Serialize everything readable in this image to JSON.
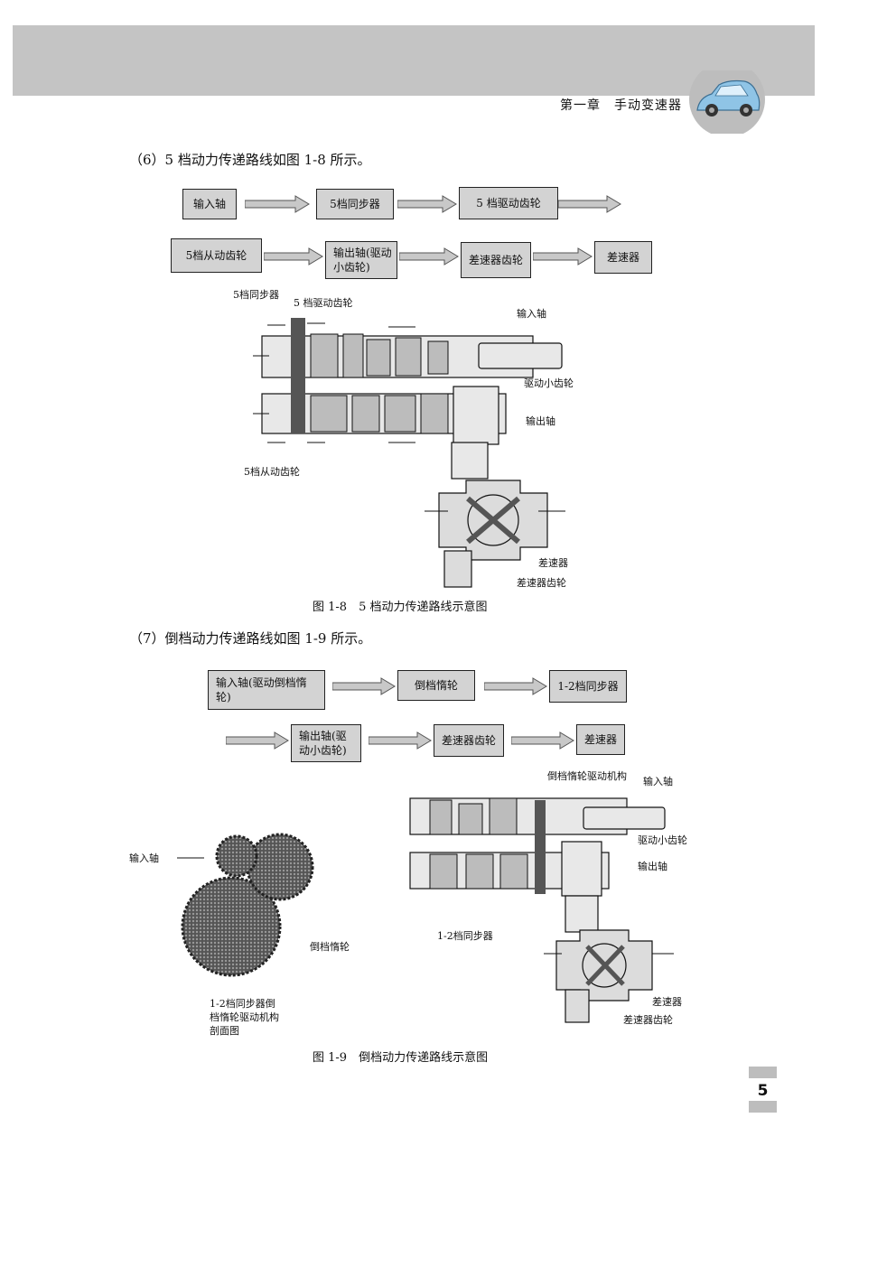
{
  "header": {
    "chapter_title": "第一章　手动变速器"
  },
  "section6": {
    "heading": "（6）5 档动力传递路线如图 1-8 所示。",
    "flow_row1": [
      "输入轴",
      "5档同步器",
      "5 档驱动齿轮"
    ],
    "flow_row2": [
      "5档从动齿轮",
      "输出轴(驱动小齿轮)",
      "差速器齿轮",
      "差速器"
    ],
    "labels": {
      "sync5": "5档同步器",
      "drive5": "5 档驱动齿轮",
      "input_shaft": "输入轴",
      "pinion": "驱动小齿轮",
      "output_shaft": "输出轴",
      "driven5": "5档从动齿轮",
      "differential": "差速器",
      "diff_gear": "差速器齿轮"
    },
    "caption": "图 1-8　5 档动力传递路线示意图"
  },
  "section7": {
    "heading": "（7）倒档动力传递路线如图 1-9 所示。",
    "flow_row1": [
      "输入轴(驱动倒档惰轮)",
      "倒档惰轮",
      "1-2档同步器"
    ],
    "flow_row2": [
      "输出轴(驱动小齿轮)",
      "差速器齿轮",
      "差速器"
    ],
    "labels": {
      "input_shaft_left": "输入轴",
      "idler": "倒档惰轮",
      "section_note": "1-2档同步器倒档惰轮驱动机构剖面图",
      "idler_mech": "倒档惰轮驱动机构",
      "input_shaft": "输入轴",
      "pinion": "驱动小齿轮",
      "output_shaft": "输出轴",
      "sync12": "1-2档同步器",
      "differential": "差速器",
      "diff_gear": "差速器齿轮"
    },
    "caption": "图 1-9　倒档动力传递路线示意图"
  },
  "page_number": "5"
}
